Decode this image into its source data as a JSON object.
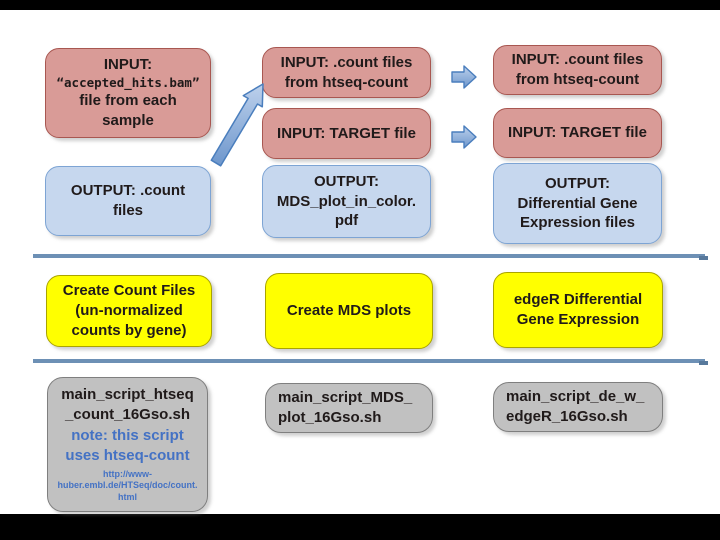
{
  "slide": {
    "background": "#ffffff",
    "letterbox_color": "#000000",
    "colors": {
      "input_box_fill": "#d99b97",
      "input_box_border": "#a85751",
      "output_box_fill": "#c6d7ee",
      "output_box_border": "#7da4d4",
      "action_box_fill": "#ffff00",
      "action_box_border": "#aaa400",
      "script_box_fill": "#c1c1c1",
      "script_box_border": "#7f7f7f",
      "body_text": "#201a1a",
      "note_text": "#4472c4",
      "separator_line": "#6d90b5",
      "arrow_fill": "#8badde",
      "arrow_border": "#4a7ebd"
    },
    "icons": {
      "diagonal_arrow": "arrow-up-right-icon",
      "flow_arrow_top": "arrow-right-icon",
      "flow_arrow_bottom": "arrow-right-icon"
    },
    "col1": {
      "input_title": "INPUT:",
      "input_filename": "“accepted_hits.bam”",
      "input_detail": "file from each\nsample",
      "output": "OUTPUT: .count\nfiles",
      "action": "Create Count Files\n(un-normalized\ncounts by gene)",
      "script": "main_script_htseq\n_count_16Gso.sh",
      "note": "note: this script\nuses htseq-count",
      "url": "http://www-\nhuber.embl.de/HTSeq/doc/count.\nhtml"
    },
    "col2": {
      "input1": "INPUT: .count files\nfrom htseq-count",
      "input2": "INPUT: TARGET file",
      "output": "OUTPUT:\nMDS_plot_in_color.\npdf",
      "action": "Create MDS plots",
      "script": "main_script_MDS_\nplot_16Gso.sh"
    },
    "col3": {
      "input1": "INPUT: .count files\nfrom htseq-count",
      "input2": "INPUT: TARGET file",
      "output": "OUTPUT:\nDifferential Gene\nExpression files",
      "action": "edgeR Differential\nGene Expression",
      "script": "main_script_de_w_\nedgeR_16Gso.sh"
    }
  }
}
